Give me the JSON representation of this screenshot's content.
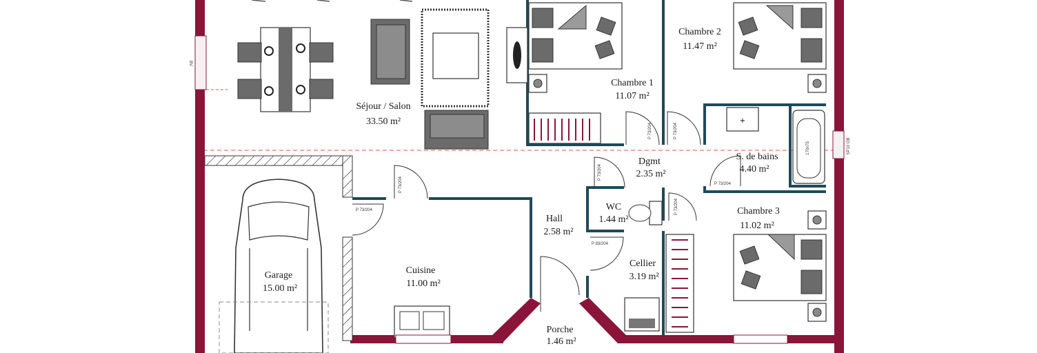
{
  "rooms": {
    "sejour": {
      "name": "Séjour / Salon",
      "area": "33.50 m²"
    },
    "chambre1": {
      "name": "Chambre 1",
      "area": "11.07 m²"
    },
    "chambre2": {
      "name": "Chambre 2",
      "area": "11.47 m²"
    },
    "chambre3": {
      "name": "Chambre 3",
      "area": "11.02 m²"
    },
    "dgmt": {
      "name": "Dgmt",
      "area": "2.35 m²"
    },
    "sdb": {
      "name": "S. de bains",
      "area": "4.40 m²"
    },
    "wc": {
      "name": "WC",
      "area": "1.44 m²"
    },
    "hall": {
      "name": "Hall",
      "area": "2.58 m²"
    },
    "cellier": {
      "name": "Cellier",
      "area": "3.19 m²"
    },
    "cuisine": {
      "name": "Cuisine",
      "area": "11.00 m²"
    },
    "garage": {
      "name": "Garage",
      "area": "15.00 m²"
    },
    "porche": {
      "name": "Porche",
      "area": "1.46 m²"
    }
  },
  "door_labels": {
    "c1": "P 73/204",
    "c2": "P 73/204",
    "kitchen": "P 73/204",
    "garage": "P 73/204",
    "dgmt_left": "P 73/204",
    "sdb": "P 73/204",
    "chambre3": "P 73/204",
    "cellier": "P 83/204"
  },
  "window_labels": {
    "left": "BV",
    "right": "SP10 OB",
    "bath": "170x75"
  },
  "colors": {
    "exterior_wall": "#8a1538",
    "interior_wall": "#1f4a5a",
    "dim_line": "#e05a3a"
  }
}
